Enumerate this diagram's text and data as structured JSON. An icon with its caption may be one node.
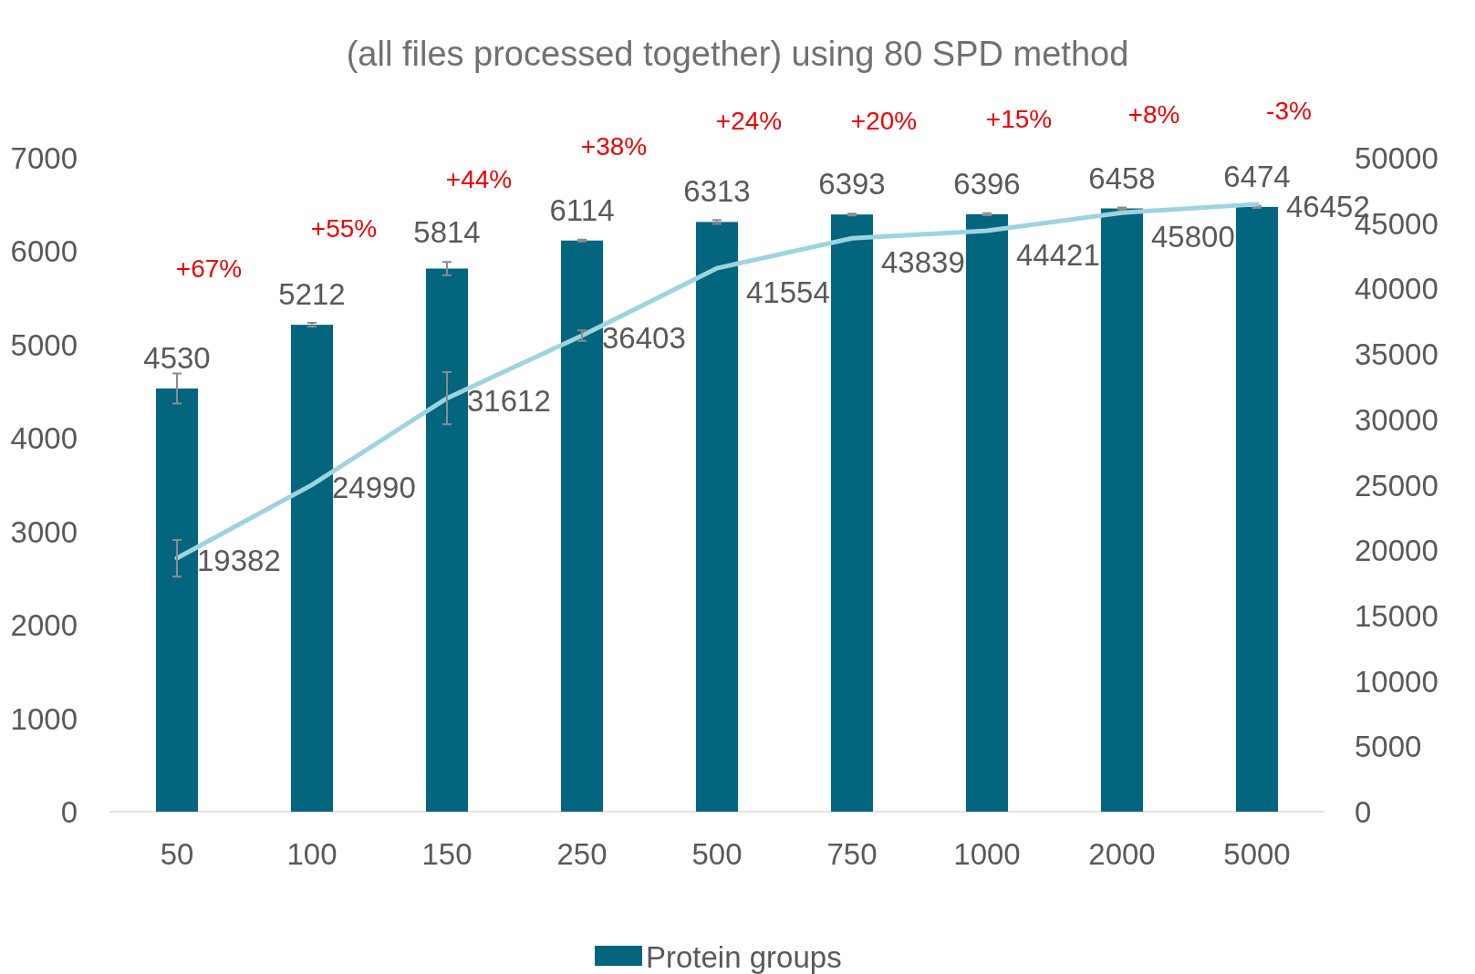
{
  "diagram": {
    "title": "(all files processed together) using 80 SPD method",
    "chart_data": {
      "type": "bar",
      "categories": [
        "50",
        "100",
        "150",
        "250",
        "500",
        "750",
        "1000",
        "2000",
        "5000"
      ],
      "series": [
        {
          "name": "Protein groups",
          "color": "#04657f",
          "values": [
            4530,
            5212,
            5814,
            6114,
            6313,
            6393,
            6396,
            6458,
            6474
          ]
        },
        {
          "color": "#9dd4de",
          "type": "line",
          "axis": "y2",
          "values": [
            19382,
            24990,
            31612,
            36403,
            41554,
            43839,
            44421,
            45800,
            46452
          ]
        }
      ],
      "ylim": [
        0,
        7000
      ],
      "yticks": [
        0,
        1000,
        2000,
        3000,
        4000,
        5000,
        6000,
        7000
      ],
      "y2lim": [
        0,
        50000
      ],
      "y2ticks": [
        0,
        5000,
        10000,
        15000,
        20000,
        25000,
        30000,
        35000,
        40000,
        45000,
        50000
      ],
      "data_labels": true,
      "annotations": [
        "+67%",
        "+55%",
        "+44%",
        "+38%",
        "+24%",
        "+20%",
        "+15%",
        "+8%",
        "-3%"
      ]
    }
  }
}
